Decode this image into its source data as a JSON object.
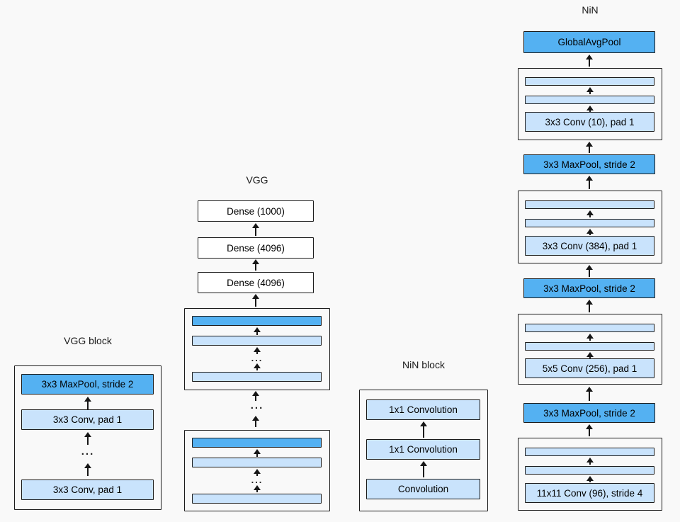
{
  "page": {
    "background": "#F9F9F9"
  },
  "colors": {
    "pool_fill": "#54B1F2",
    "conv_fill": "#C9E3FC",
    "dense_fill": "#FFFFFF",
    "outline": "#1B1B1B"
  },
  "ellipsis": "...",
  "vgg_block": {
    "title": "VGG block",
    "layers": [
      "3x3 MaxPool, stride 2",
      "3x3 Conv, pad 1",
      "3x3 Conv, pad 1"
    ]
  },
  "vgg": {
    "title": "VGG",
    "dense": [
      "Dense (1000)",
      "Dense (4096)",
      "Dense (4096)"
    ]
  },
  "nin_block": {
    "title": "NiN block",
    "layers": [
      "1x1 Convolution",
      "1x1 Convolution",
      "Convolution"
    ]
  },
  "nin": {
    "title": "NiN",
    "head": "GlobalAvgPool",
    "pool": "3x3 MaxPool, stride 2",
    "block_convs": [
      "3x3 Conv (10), pad 1",
      "3x3 Conv (384), pad 1",
      "5x5 Conv (256), pad 1",
      "11x11 Conv (96), stride 4"
    ]
  }
}
